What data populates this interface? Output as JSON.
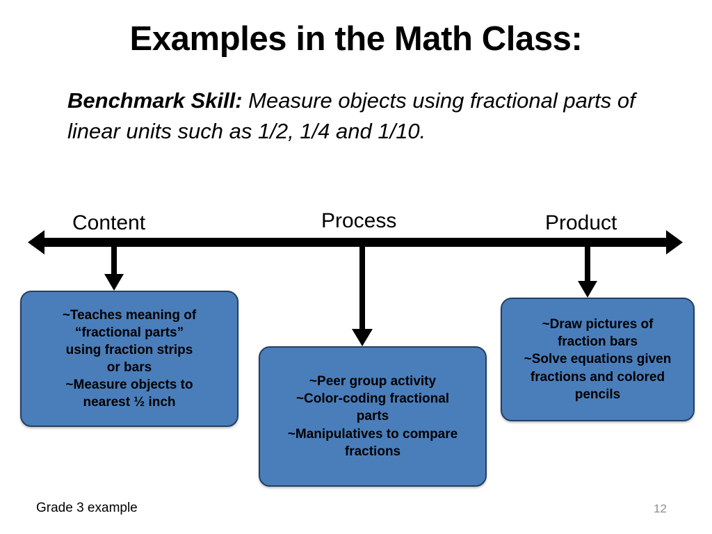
{
  "slide": {
    "title": "Examples in the Math Class:",
    "background_color": "#ffffff"
  },
  "benchmark": {
    "lead": "Benchmark Skill:",
    "text": "  Measure objects using fractional parts of linear units such as 1/2, 1/4 and 1/10."
  },
  "axis": {
    "labels": [
      {
        "id": "content",
        "label": "Content"
      },
      {
        "id": "process",
        "label": "Process"
      },
      {
        "id": "product",
        "label": "Product"
      }
    ],
    "arrow_color": "#000000",
    "direction": "double"
  },
  "boxes": [
    {
      "id": "content",
      "fill_color": "#4A7EBB",
      "border_color": "#243F60",
      "lines": [
        "~Teaches meaning of",
        "“fractional parts”",
        "using fraction strips",
        "or bars",
        "~Measure objects to",
        "nearest ½ inch"
      ]
    },
    {
      "id": "process",
      "fill_color": "#4A7EBB",
      "border_color": "#243F60",
      "lines": [
        "~Peer group activity",
        "~Color-coding fractional",
        "parts",
        "~Manipulatives to compare",
        "fractions"
      ]
    },
    {
      "id": "product",
      "fill_color": "#4A7EBB",
      "border_color": "#243F60",
      "lines": [
        "~Draw pictures of",
        "fraction bars",
        "~Solve equations given",
        "fractions and colored",
        "pencils"
      ]
    }
  ],
  "footer": {
    "note": "Grade 3 example",
    "page_number": "12",
    "page_number_color": "#8d8d8d"
  }
}
